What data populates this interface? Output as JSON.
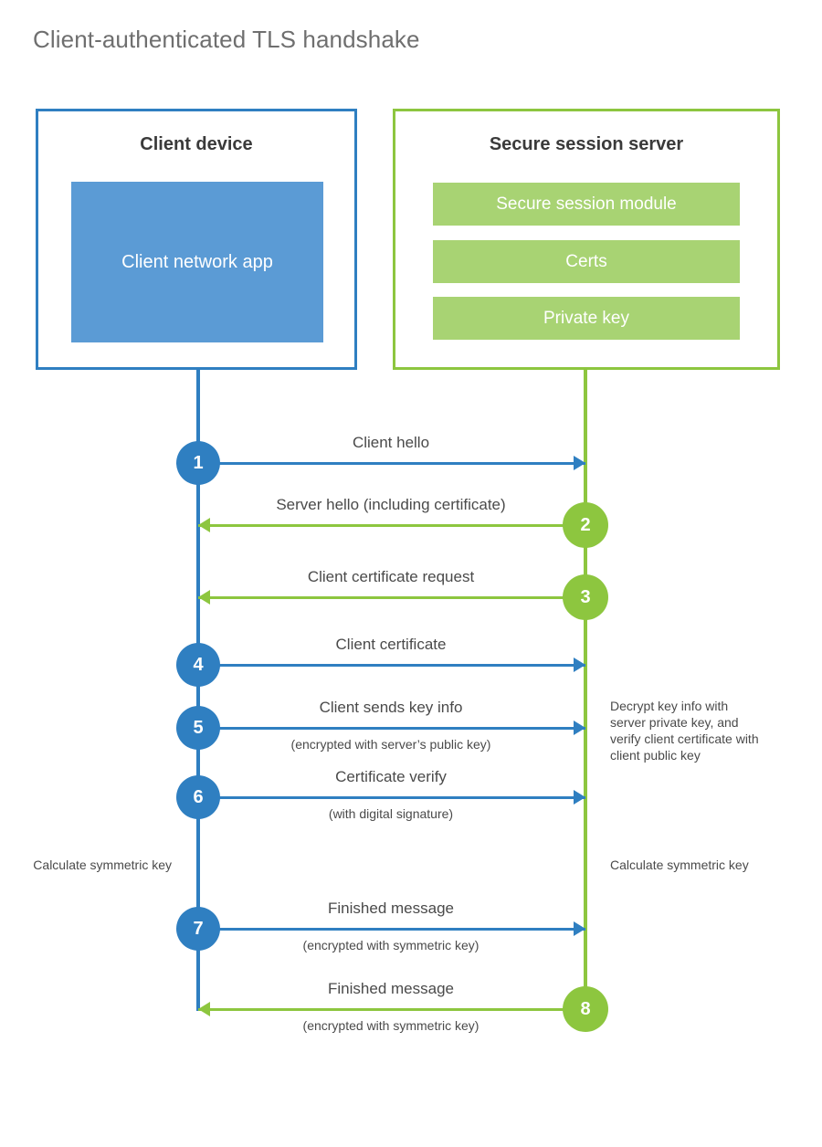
{
  "title": "Client-authenticated TLS handshake",
  "colors": {
    "client_blue": "#2f7fc1",
    "client_app_blue": "#5b9bd5",
    "server_green": "#8dc63f",
    "server_bar_green": "#a8d373",
    "title_gray": "#6f6f6f",
    "text_gray": "#4a4a4a"
  },
  "actors": {
    "client": {
      "title": "Client device",
      "blocks": [
        {
          "label": "Client network app"
        }
      ]
    },
    "server": {
      "title": "Secure session server",
      "blocks": [
        {
          "label": "Secure session module"
        },
        {
          "label": "Certs"
        },
        {
          "label": "Private key"
        }
      ]
    }
  },
  "messages": [
    {
      "step": "1",
      "label": "Client hello",
      "sublabel": "",
      "direction": "client-to-server",
      "color": "blue"
    },
    {
      "step": "2",
      "label": "Server hello (including certificate)",
      "sublabel": "",
      "direction": "server-to-client",
      "color": "green"
    },
    {
      "step": "3",
      "label": "Client certificate request",
      "sublabel": "",
      "direction": "server-to-client",
      "color": "green"
    },
    {
      "step": "4",
      "label": "Client certificate",
      "sublabel": "",
      "direction": "client-to-server",
      "color": "blue"
    },
    {
      "step": "5",
      "label": "Client sends key info",
      "sublabel": "(encrypted with server’s public key)",
      "direction": "client-to-server",
      "color": "blue"
    },
    {
      "step": "6",
      "label": "Certificate verify",
      "sublabel": "(with digital signature)",
      "direction": "client-to-server",
      "color": "blue"
    },
    {
      "step": "7",
      "label": "Finished message",
      "sublabel": "(encrypted with symmetric key)",
      "direction": "client-to-server",
      "color": "blue"
    },
    {
      "step": "8",
      "label": "Finished message",
      "sublabel": "(encrypted with symmetric key)",
      "direction": "server-to-client",
      "color": "green"
    }
  ],
  "annotations": {
    "decrypt_note": "Decrypt key info with server private key, and verify client certificate with client public key",
    "calculate_client": "Calculate symmetric key",
    "calculate_server": "Calculate symmetric key"
  }
}
